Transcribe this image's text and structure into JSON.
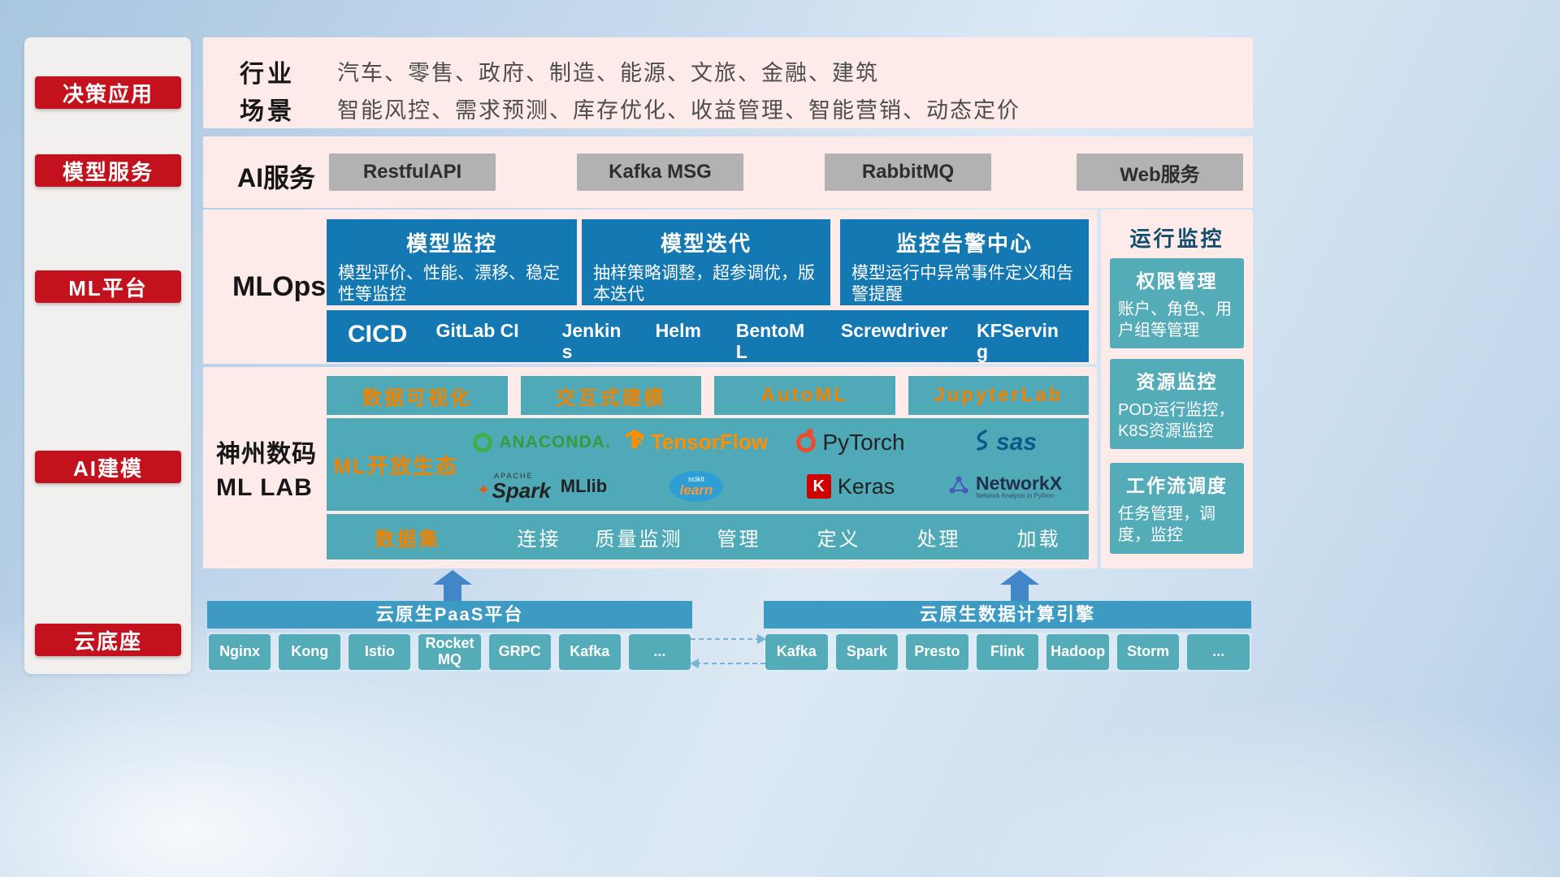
{
  "colors": {
    "accent_red": "#c3111d",
    "card_blue": "#1478b2",
    "teal": "#50a9b7",
    "accent_orange": "#f08300",
    "bar_blue": "#3d9ac2"
  },
  "sidebar": {
    "items": [
      {
        "label": "决策应用"
      },
      {
        "label": "模型服务"
      },
      {
        "label": "ML平台"
      },
      {
        "label": "AI建模"
      },
      {
        "label": "云底座"
      }
    ]
  },
  "industry": {
    "row1_label": "行业",
    "row1_value": "汽车、零售、政府、制造、能源、文旅、金融、建筑",
    "row2_label": "场景",
    "row2_value": "智能风控、需求预测、库存优化、收益管理、智能营销、动态定价"
  },
  "ai_service": {
    "label": "AI服务",
    "items": [
      "RestfulAPI",
      "Kafka MSG",
      "RabbitMQ",
      "Web服务"
    ]
  },
  "mlops": {
    "label": "MLOps",
    "cards": [
      {
        "title": "模型监控",
        "desc": "模型评价、性能、漂移、稳定性等监控"
      },
      {
        "title": "模型迭代",
        "desc": "抽样策略调整，超参调优，版本迭代"
      },
      {
        "title": "监控告警中心",
        "desc": "模型运行中异常事件定义和告警提醒"
      }
    ],
    "cicd": {
      "label": "CICD",
      "items": [
        "GitLab CI",
        "Jenkins",
        "Helm",
        "BentoML",
        "Screwdriver",
        "KFServing"
      ]
    }
  },
  "mllab": {
    "label_line1": "神州数码",
    "label_line2": "ML LAB",
    "tools": [
      "数据可视化",
      "交互式建模",
      "AutoML",
      "JupyterLab"
    ],
    "eco": {
      "label": "ML开放生态",
      "anaconda": "ANACONDA.",
      "tensorflow": "TensorFlow",
      "pytorch": "PyTorch",
      "sas": "sas",
      "spark_apache": "APACHE",
      "spark": "Spark",
      "mllib": "MLlib",
      "scikit_top": "scikit",
      "scikit": "learn",
      "keras_initial": "K",
      "keras": "Keras",
      "networkx": "NetworkX",
      "networkx_sub": "Network Analysis in Python"
    },
    "data": {
      "label": "数据集",
      "items": [
        "连接",
        "质量监测",
        "管理",
        "定义",
        "处理",
        "加载"
      ]
    }
  },
  "monitor": {
    "title": "运行监控",
    "cards": [
      {
        "title": "权限管理",
        "desc": "账户、角色、用户组等管理"
      },
      {
        "title": "资源监控",
        "desc": "POD运行监控，K8S资源监控"
      },
      {
        "title": "工作流调度",
        "desc": "任务管理，调度，监控"
      }
    ]
  },
  "foundation": {
    "paas": {
      "title": "云原生PaaS平台",
      "items": [
        "Nginx",
        "Kong",
        "Istio",
        "RocketMQ",
        "GRPC",
        "Kafka",
        "..."
      ]
    },
    "engine": {
      "title": "云原生数据计算引擎",
      "items": [
        "Kafka",
        "Spark",
        "Presto",
        "Flink",
        "Hadoop",
        "Storm",
        "..."
      ]
    }
  }
}
